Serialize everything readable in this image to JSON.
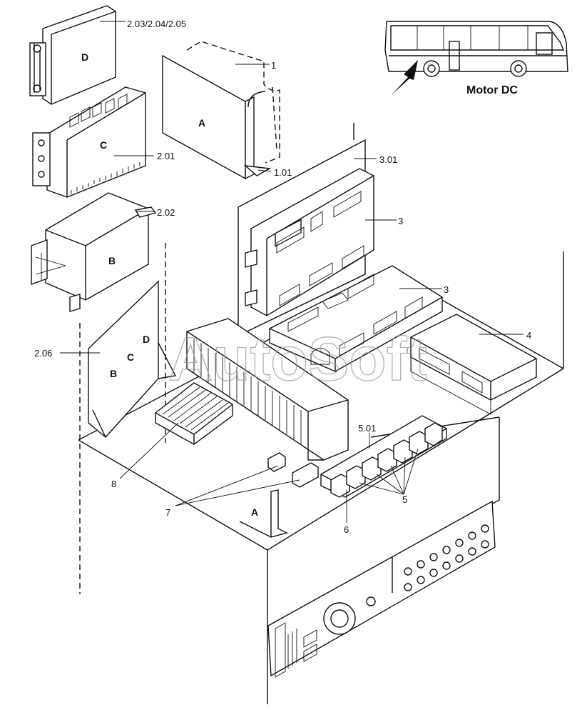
{
  "caption": "Motor DC",
  "watermark": "AutoSoft",
  "part_labels": {
    "p1": "1",
    "p101": "1.01",
    "p201": "2.01",
    "p202": "2.02",
    "p203": "2.03/2.04/2.05",
    "p206": "2.06",
    "p3a": "3",
    "p3b": "3",
    "p301": "3.01",
    "p4": "4",
    "p5": "5",
    "p501": "5.01",
    "p6": "6",
    "p7": "7",
    "p8": "8"
  },
  "module_letters": {
    "a_top": "A",
    "b_top": "B",
    "c_top": "C",
    "d_top": "D",
    "panel_b": "B",
    "panel_c": "C",
    "panel_d": "D",
    "a_bottom": "A"
  },
  "colors": {
    "line": "#111111",
    "background": "#ffffff",
    "watermark": "#9a9a9a"
  }
}
